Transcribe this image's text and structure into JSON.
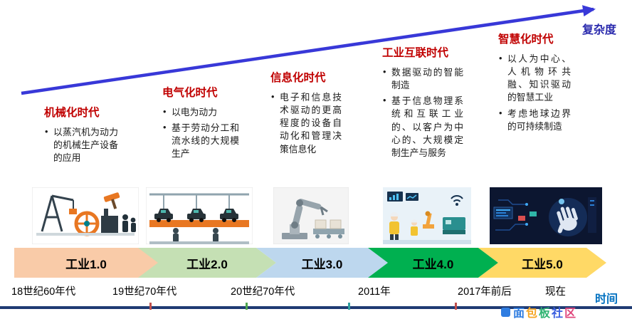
{
  "axes": {
    "complexity_label": "复杂度",
    "time_label": "时间"
  },
  "arrow_color": "#3838d8",
  "baseline_color": "#1f3b73",
  "eras": [
    {
      "title": "机械化时代",
      "bullets": [
        "以蒸汽机为动力的机械生产设备的应用"
      ],
      "banner_label": "工业1.0",
      "banner_color": "#F9CBA8",
      "image": "steam-era-machinery-illustration"
    },
    {
      "title": "电气化时代",
      "bullets": [
        "以电为动力",
        "基于劳动分工和流水线的大规模生产"
      ],
      "banner_label": "工业2.0",
      "banner_color": "#C5E0B4",
      "image": "electric-assembly-line-illustration"
    },
    {
      "title": "信息化时代",
      "bullets": [
        "电子和信息技术驱动的更高程度的设备自动化和管理决策信息化"
      ],
      "banner_label": "工业3.0",
      "banner_color": "#BDD7EE",
      "image": "industrial-robot-arm-illustration"
    },
    {
      "title": "工业互联时代",
      "bullets": [
        "数据驱动的智能制造",
        "基于信息物理系统和互联工业的、以客户为中心的、大规模定制生产与服务"
      ],
      "banner_label": "工业4.0",
      "banner_color": "#00B050",
      "image": "connected-smart-factory-illustration"
    },
    {
      "title": "智慧化时代",
      "bullets": [
        "以人为中心、人机物环共融、知识驱动的智慧工业",
        "考虑地球边界的可持续制造"
      ],
      "banner_label": "工业5.0",
      "banner_color": "#FFD966",
      "image": "human-centric-intelligent-industry-illustration"
    }
  ],
  "timeline_labels": [
    "18世纪60年代",
    "19世纪70年代",
    "20世纪70年代",
    "2011年",
    "2017年前后",
    "现在"
  ],
  "watermark": {
    "chars": [
      "面",
      "包",
      "板",
      "社",
      "区"
    ],
    "colors": [
      "#2F7DE1",
      "#F5A623",
      "#31B573",
      "#3B5FE0",
      "#E0457B"
    ]
  }
}
